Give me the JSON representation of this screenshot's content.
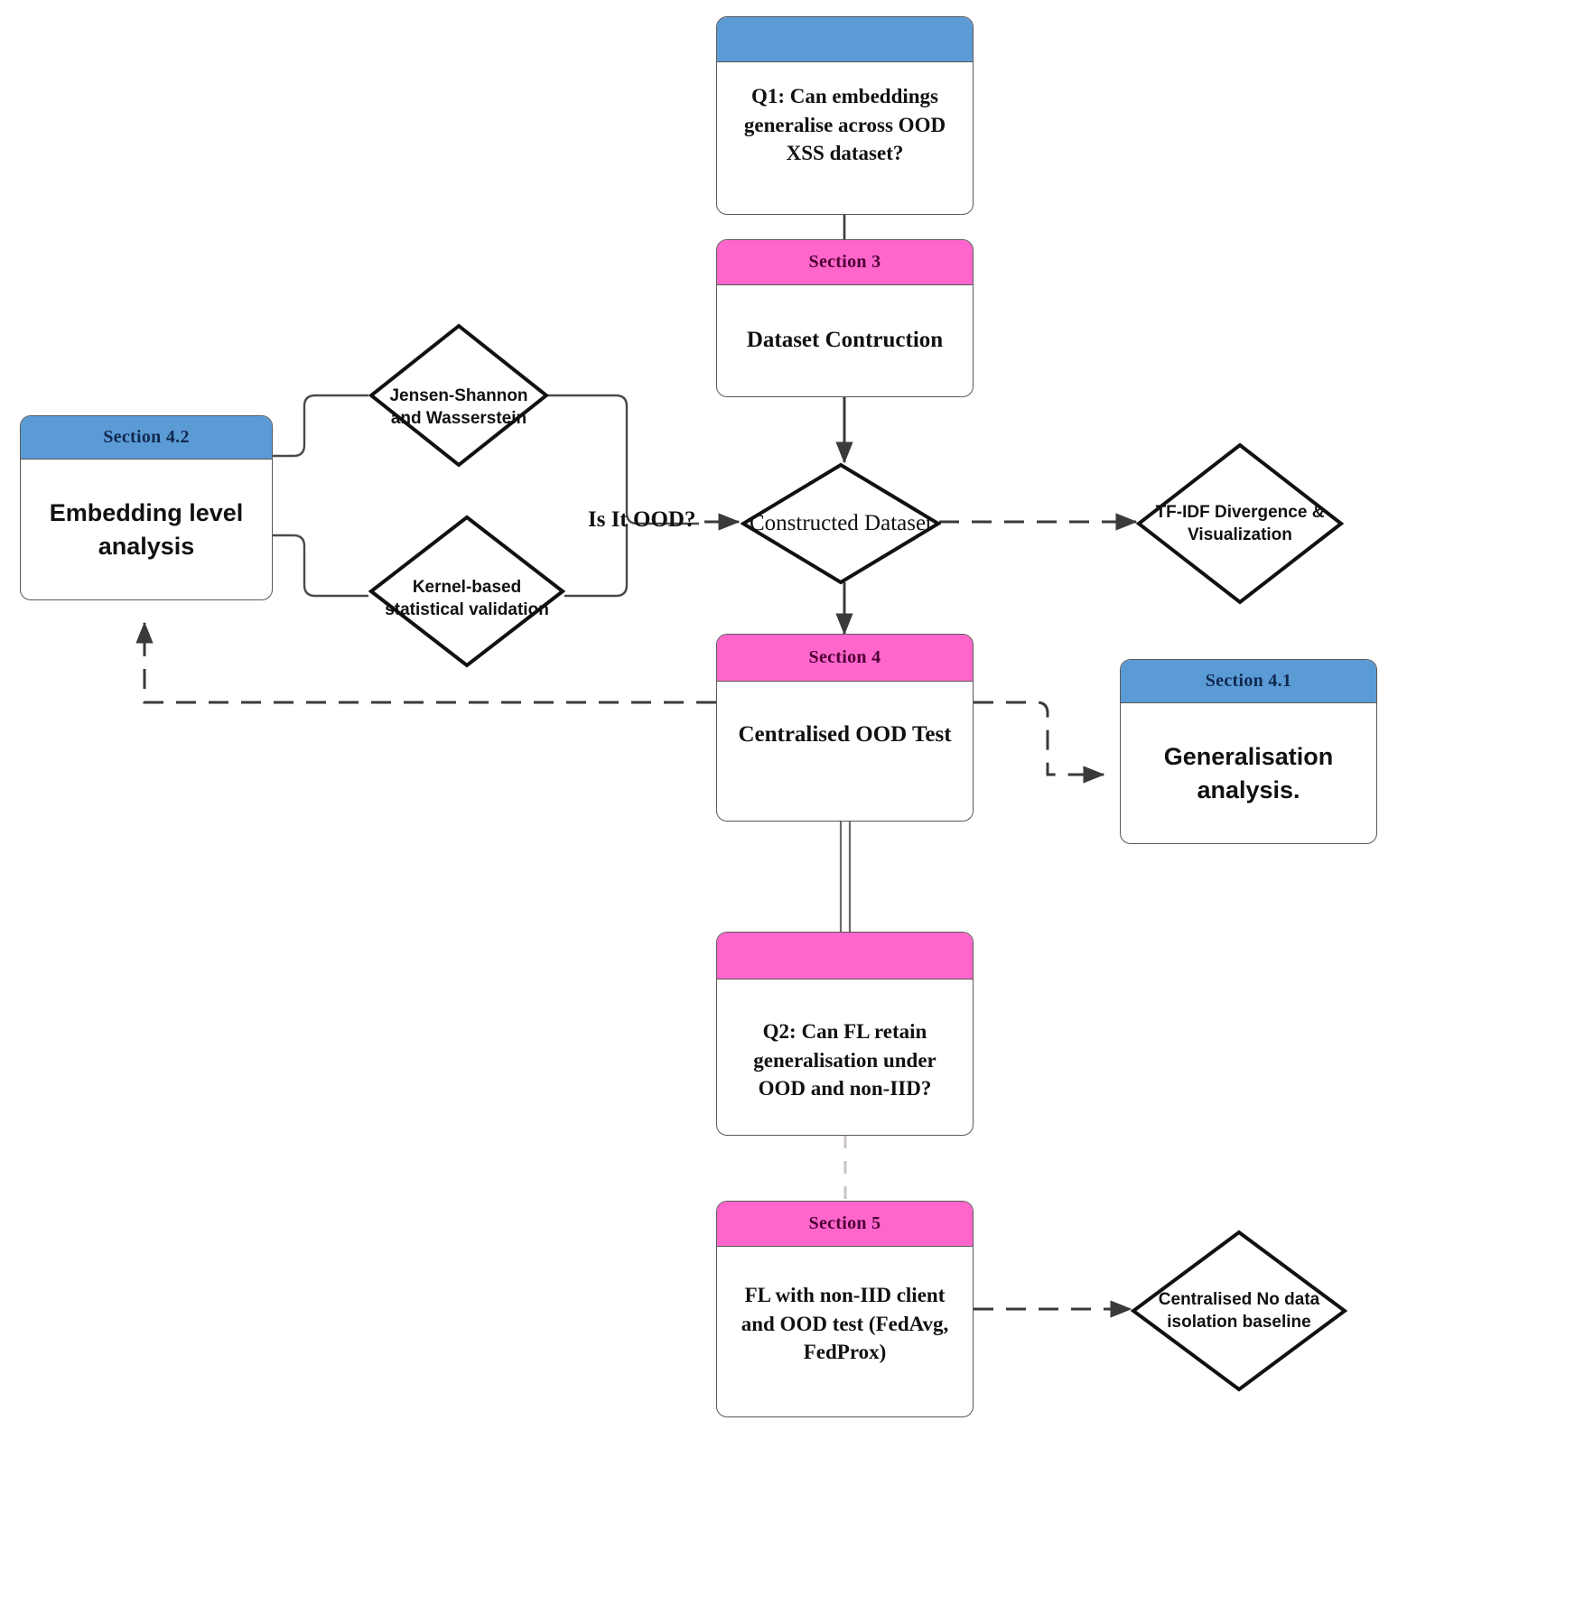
{
  "diagram": {
    "title": "Research methodology flowchart",
    "colors": {
      "header_blue": "#5B9BD5",
      "header_pink": "#FF66CC",
      "node_border": "#595959",
      "connector": "#404040",
      "background": "#FFFFFF"
    }
  },
  "nodes": {
    "q1": {
      "header": "",
      "body": "Q1: Can embeddings generalise across OOD XSS dataset?",
      "header_style": "blue"
    },
    "section3": {
      "header": "Section 3",
      "body": "Dataset Contruction",
      "header_style": "pink"
    },
    "section42": {
      "header": "Section 4.2",
      "body": "Embedding level analysis",
      "header_style": "blue"
    },
    "section4": {
      "header": "Section 4",
      "body": "Centralised OOD Test",
      "header_style": "pink"
    },
    "section41": {
      "header": "Section 4.1",
      "body": "Generalisation analysis.",
      "header_style": "blue"
    },
    "q2": {
      "header": "",
      "body": "Q2: Can FL retain generalisation under OOD and non-IID?",
      "header_style": "pink"
    },
    "section5": {
      "header": "Section 5",
      "body": "FL with non-IID client and OOD test (FedAvg, FedProx)",
      "header_style": "pink"
    }
  },
  "diamonds": {
    "jensen": "Jensen-Shannon and Wasserstein",
    "kernel": "Kernel-based statistical validation",
    "constructed": "Constructed Dataset",
    "tfidf": "TF-IDF Divergence & Visualization",
    "centralised_baseline": "Centralised No data isolation baseline"
  },
  "edge_labels": {
    "is_it_ood": "Is It OOD?"
  }
}
